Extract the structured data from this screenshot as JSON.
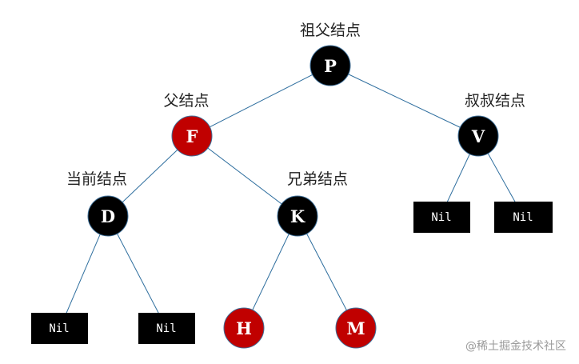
{
  "colors": {
    "black": "#000000",
    "red": "#c00000",
    "edge": "#2e6e9e",
    "text": "#222222"
  },
  "annotations": {
    "grandparent": "祖父结点",
    "parent": "父结点",
    "uncle": "叔叔结点",
    "current": "当前结点",
    "sibling": "兄弟结点"
  },
  "nodes": {
    "P": {
      "label": "P",
      "color": "black"
    },
    "F": {
      "label": "F",
      "color": "red"
    },
    "V": {
      "label": "V",
      "color": "black"
    },
    "D": {
      "label": "D",
      "color": "black"
    },
    "K": {
      "label": "K",
      "color": "black"
    },
    "H": {
      "label": "H",
      "color": "red"
    },
    "M": {
      "label": "M",
      "color": "red"
    }
  },
  "nil_label": "Nil",
  "watermark": "@稀土掘金技术社区"
}
